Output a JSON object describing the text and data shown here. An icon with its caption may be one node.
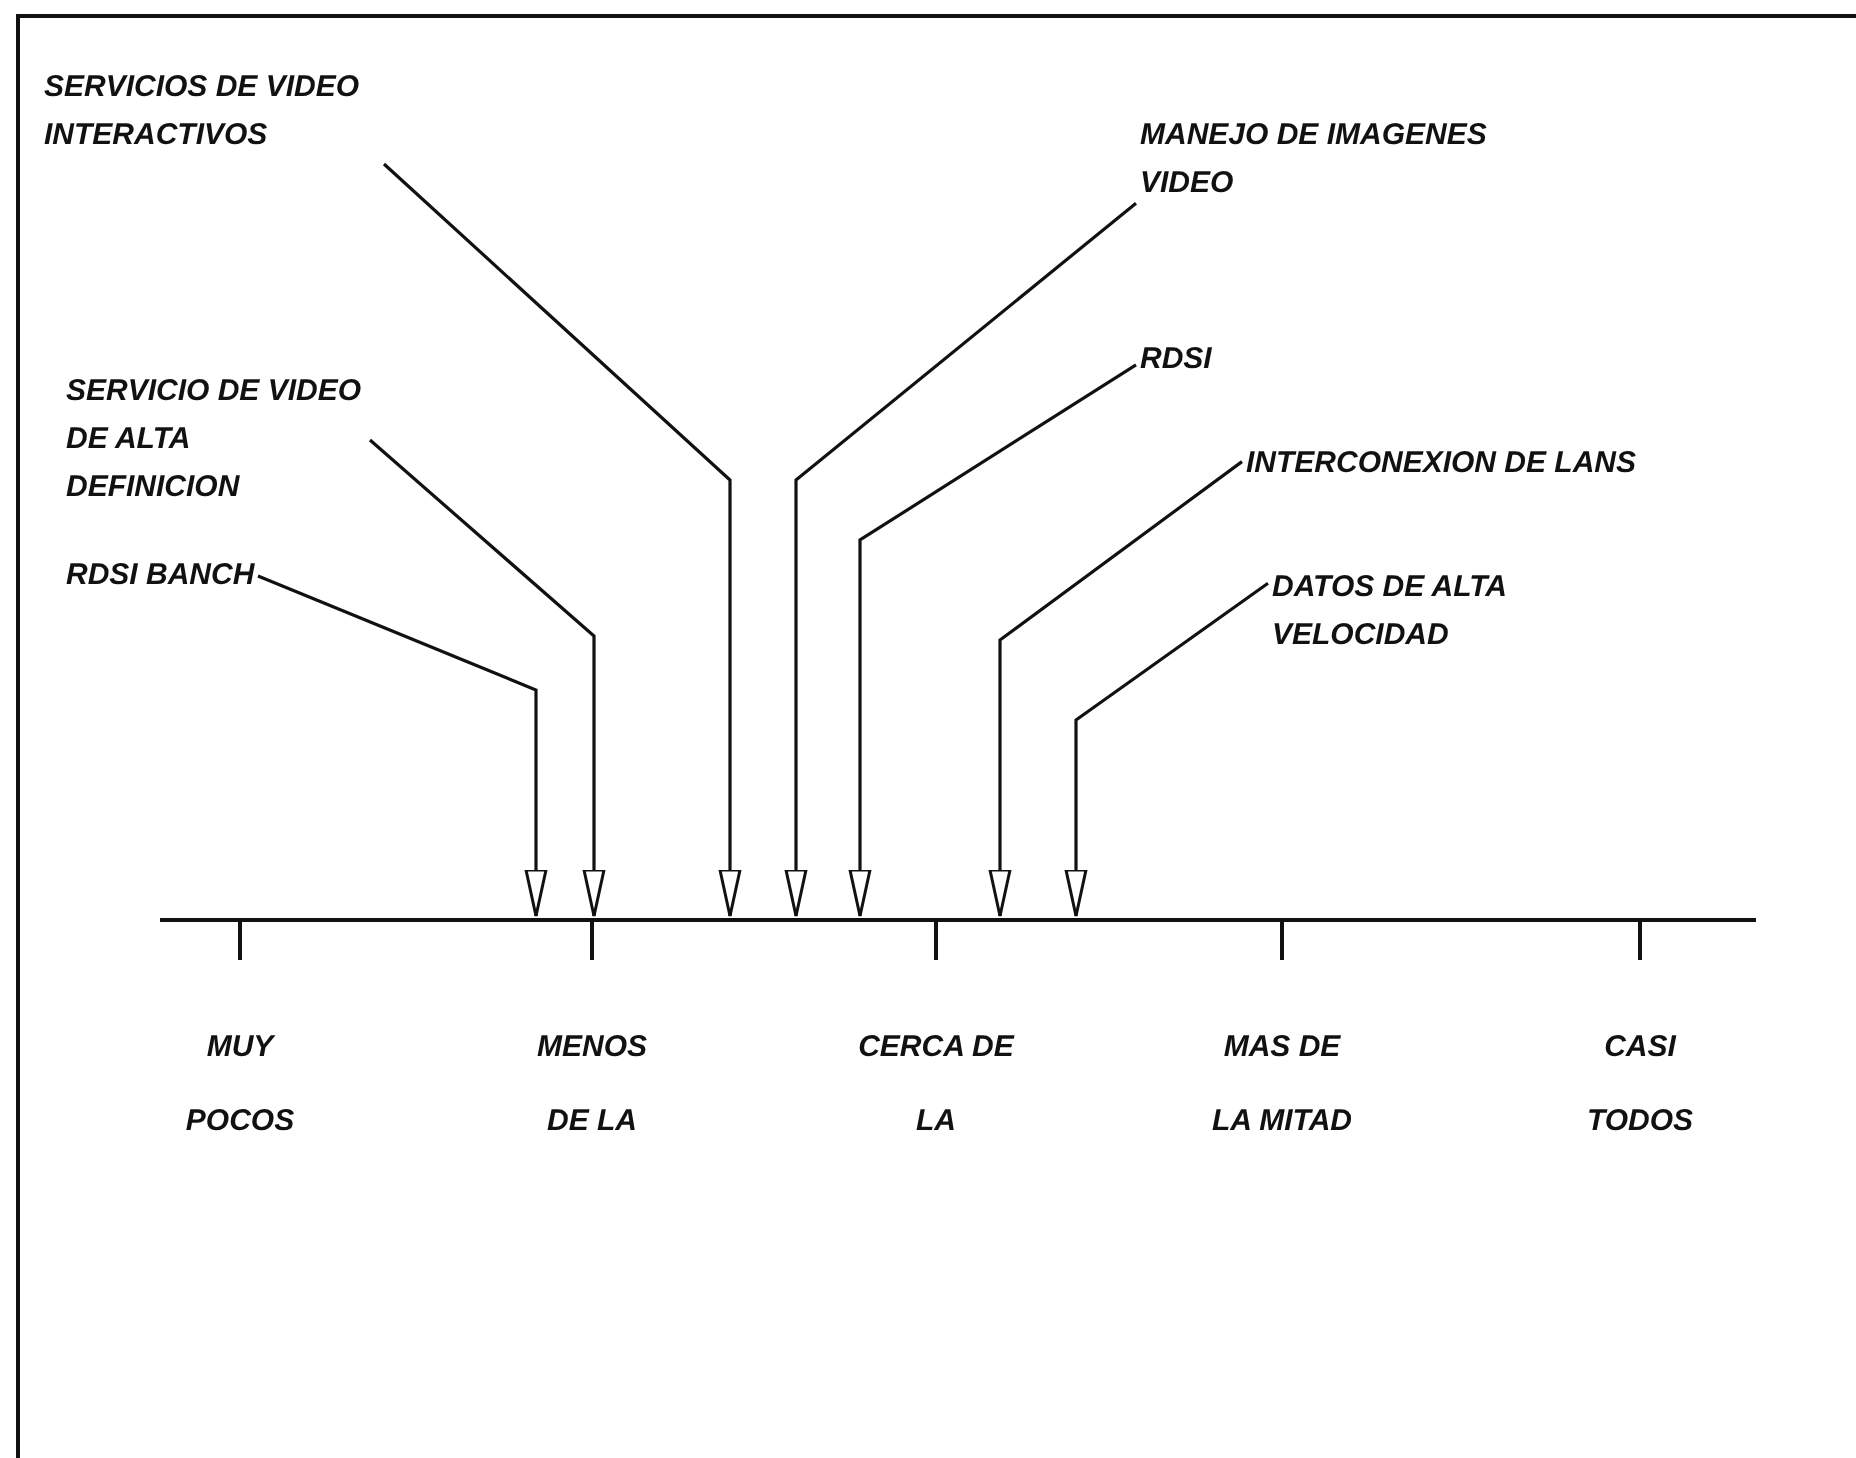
{
  "diagram": {
    "nodes": [
      {
        "text": [
          "SERVICIOS DE VIDEO INTERACTIVOS"
        ]
      },
      {
        "text": [
          "MANEJO DE IMAGENES VIDEO"
        ]
      },
      {
        "text": [
          "SERVICIO DE VIDEO DE ALTA DEFINICION"
        ]
      },
      {
        "text": [
          "RDSI"
        ]
      },
      {
        "text": [
          "INTERCONEXION DE LANS"
        ]
      },
      {
        "text": [
          "RDSI BANCH"
        ]
      },
      {
        "text": [
          "DATOS DE ALTA VELOCIDAD"
        ]
      },
      {
        "text": [],
        "shape": "line"
      }
    ],
    "edges": [
      {
        "from": 0,
        "to": 7,
        "arrow": "to"
      },
      {
        "from": 1,
        "to": 7,
        "arrow": "to"
      },
      {
        "from": 2,
        "to": 7,
        "arrow": "to"
      },
      {
        "from": 3,
        "to": 7,
        "arrow": "to"
      },
      {
        "from": 4,
        "to": 7,
        "arrow": "to"
      },
      {
        "from": 5,
        "to": 7,
        "arrow": "to"
      },
      {
        "from": 6,
        "to": 7,
        "arrow": "to"
      }
    ],
    "labels": [
      "MUY POCOS",
      "MENOS DE LA",
      "CERCA DE LA",
      "MAS DE LA MITAD",
      "CASI TODOS"
    ]
  }
}
